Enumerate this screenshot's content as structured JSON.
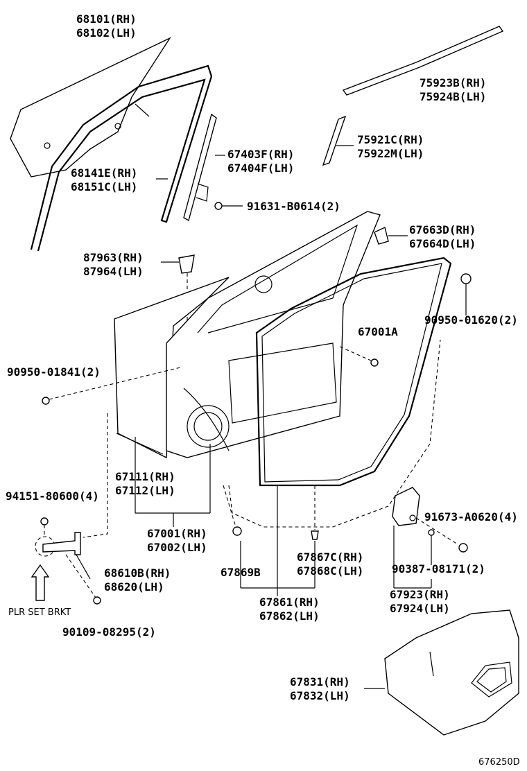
{
  "labels": {
    "glass": [
      "68101(RH)",
      "68102(LH)"
    ],
    "moulding_roof": [
      "75923B(RH)",
      "75924B(LH)"
    ],
    "garnish_pillar": [
      "75921C(RH)",
      "75922M(LH)"
    ],
    "channel_rear": [
      "67403F(RH)",
      "67404F(LH)"
    ],
    "run_channel": [
      "68141E(RH)",
      "68151C(LH)"
    ],
    "bolt_91631": "91631-B0614(2)",
    "cover_67663": [
      "67663D(RH)",
      "67664D(LH)"
    ],
    "cover_87963": [
      "87963(RH)",
      "87964(LH)"
    ],
    "plug_90950_01620": "90950-01620(2)",
    "clip_67001A": "67001A",
    "plug_90950_01841": "90950-01841(2)",
    "panel_outer": [
      "67111(RH)",
      "67112(LH)"
    ],
    "door_assy": [
      "67001(RH)",
      "67002(LH)"
    ],
    "bolt_94151": "94151-80600(4)",
    "check_68610": [
      "68610B(RH)",
      "68620(LH)"
    ],
    "bolt_90109": "90109-08295(2)",
    "clip_67869": "67869B",
    "clip_67867": [
      "67867C(RH)",
      "67868C(LH)"
    ],
    "weatherstrip": [
      "67861(RH)",
      "67862(LH)"
    ],
    "screw_91673": "91673-A0620(4)",
    "screw_90387": "90387-08171(2)",
    "bracket_67923": [
      "67923(RH)",
      "67924(LH)"
    ],
    "trim_67831": [
      "67831(RH)",
      "67832(LH)"
    ],
    "plr_set": "PLR SET BRKT",
    "figure_id": "676250D"
  }
}
